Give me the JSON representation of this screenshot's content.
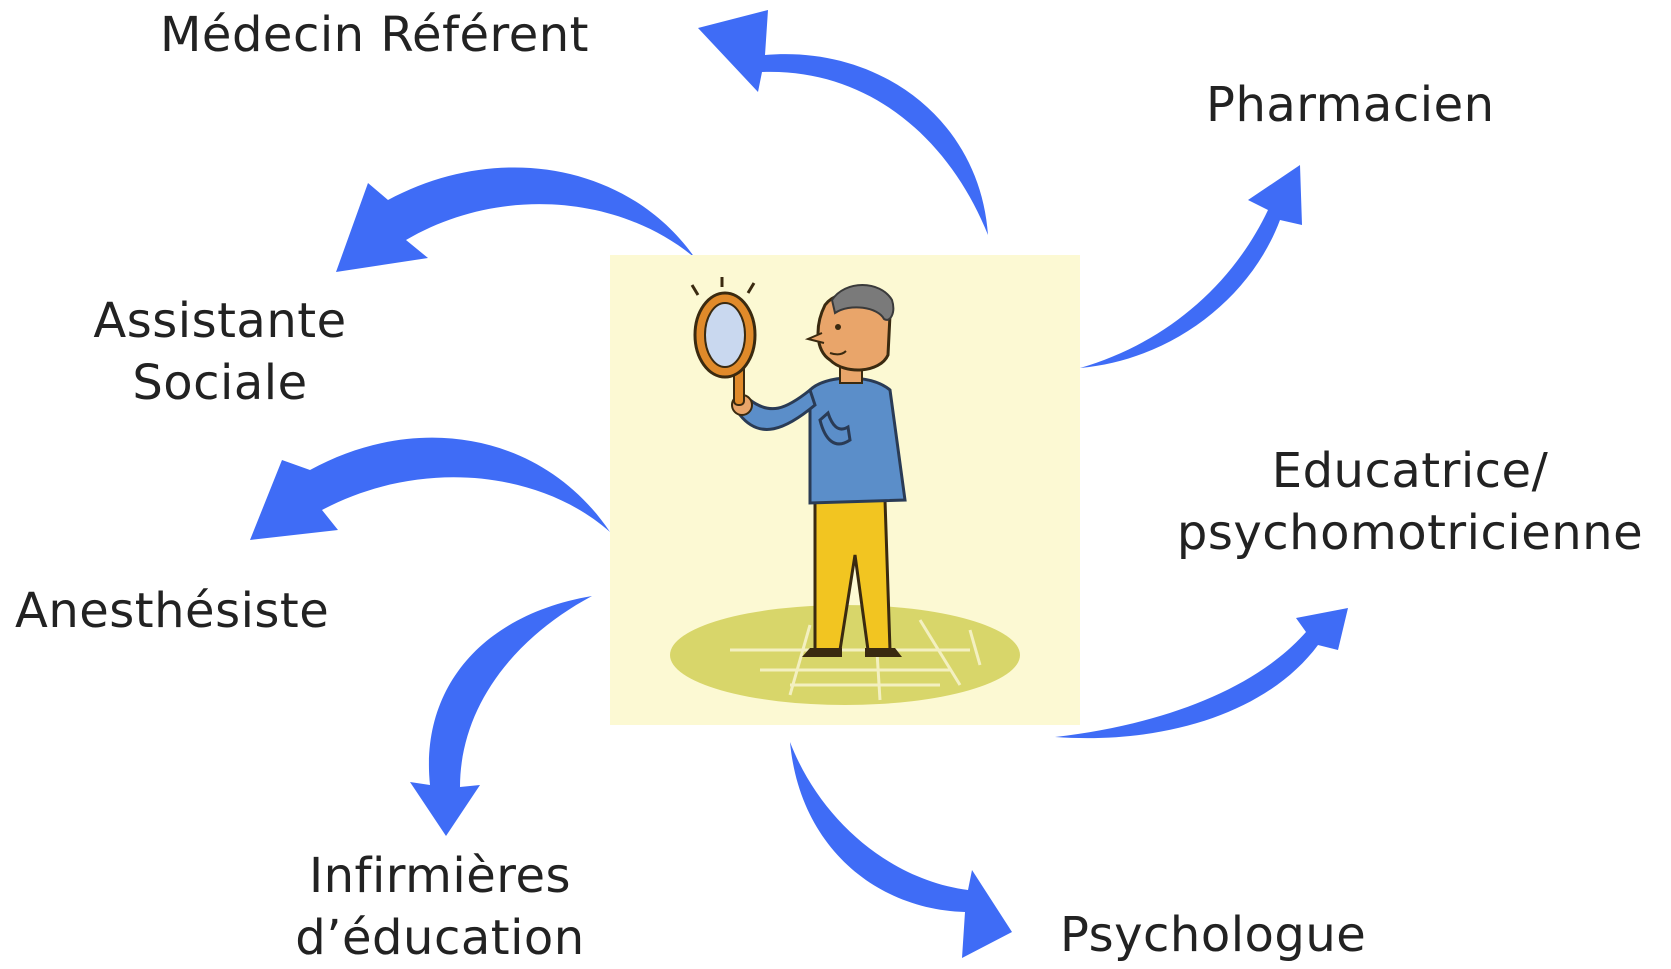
{
  "colors": {
    "arrow": "#3f6cf6",
    "text": "#222222",
    "illustration_background": "#fcf9d3"
  },
  "labels": {
    "medecin": "Médecin Référent",
    "pharmacien": "Pharmacien",
    "assistante_line1": "Assistante",
    "assistante_line2": "Sociale",
    "educatrice_line1": "Educatrice/",
    "educatrice_line2": "psychomotricienne",
    "anesthesiste": "Anesthésiste",
    "infirmieres_line1": "Infirmières",
    "infirmieres_line2": "d’éducation",
    "psychologue": "Psychologue"
  },
  "illustration": {
    "icon": "person-looking-in-mirror-illustration"
  }
}
